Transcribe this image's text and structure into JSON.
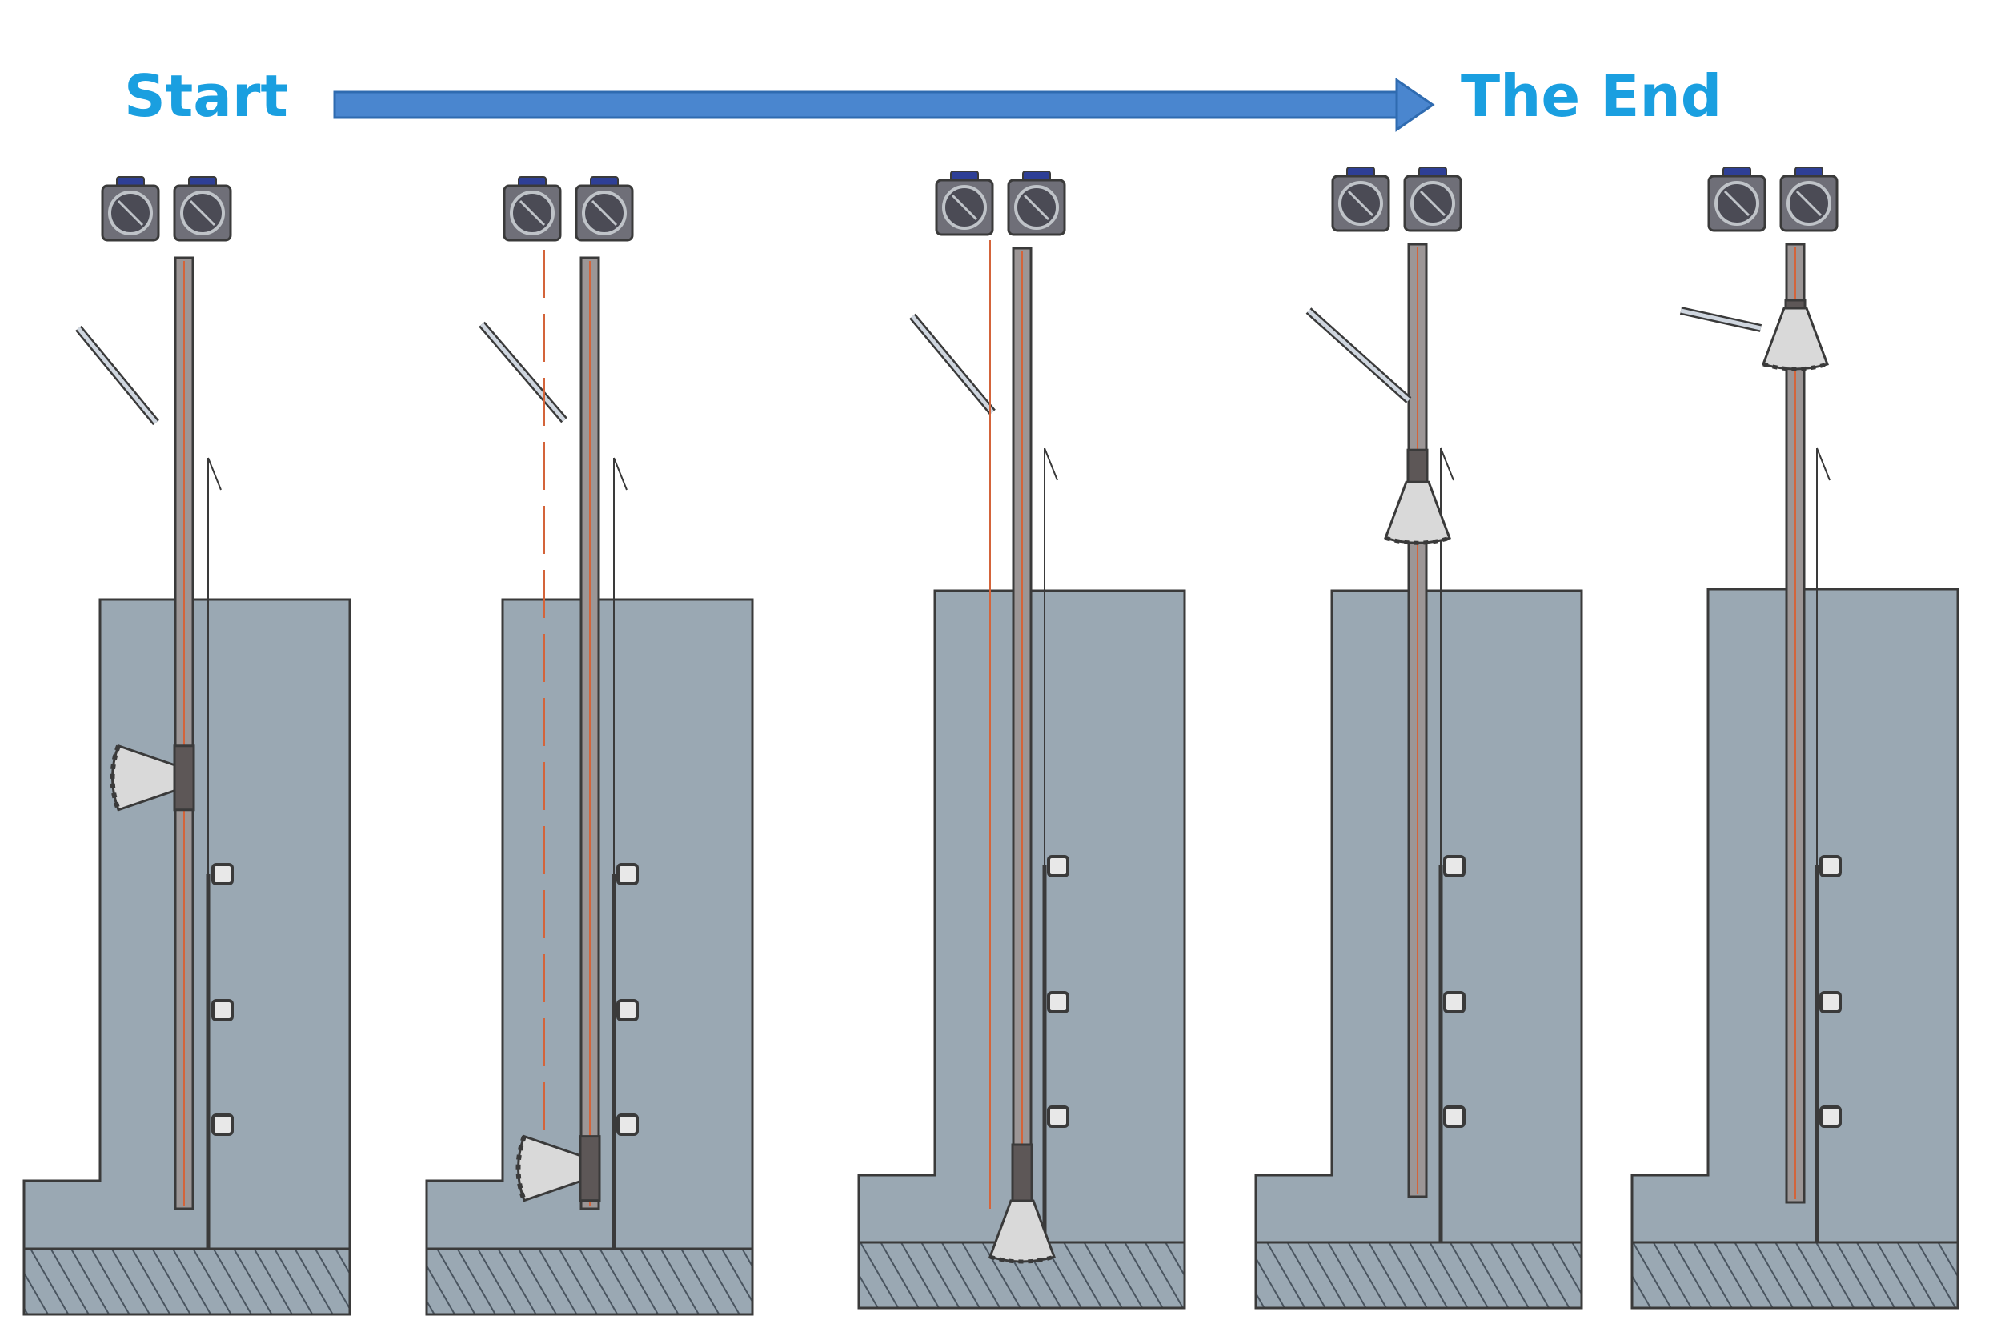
{
  "header": {
    "start_label": "Start",
    "end_label": "The End"
  },
  "colors": {
    "label": "#1a9fe0",
    "arrow": "#4a86cf",
    "arrow_border": "#2f6bb0",
    "wall_fill": "#9aa8b3",
    "outline": "#3a3a3a",
    "shaft_fill": "#9c9696",
    "red_line": "#d4643a",
    "pump_body": "#6f6f78",
    "pump_cap": "#2e3f96",
    "cutter": "#d9d9d9",
    "footing_stripe": "#4a5560"
  },
  "icons": {
    "motor": "motor-unit-icon",
    "anchor": "anchor-bracket-icon",
    "cutter": "cutter-head-icon",
    "jib": "inclined-jib-icon"
  },
  "diagram": {
    "stages": [
      {
        "cutter_depth": 0.52,
        "guide_line": false
      },
      {
        "cutter_depth": 0.99,
        "guide_line": true,
        "guide_dashed": true
      },
      {
        "cutter_depth": 1.0,
        "guide_line": true,
        "guide_dashed": false
      },
      {
        "cutter_depth": 0.18,
        "guide_line": false
      },
      {
        "cutter_depth": 0.0,
        "guide_line": false
      }
    ]
  }
}
